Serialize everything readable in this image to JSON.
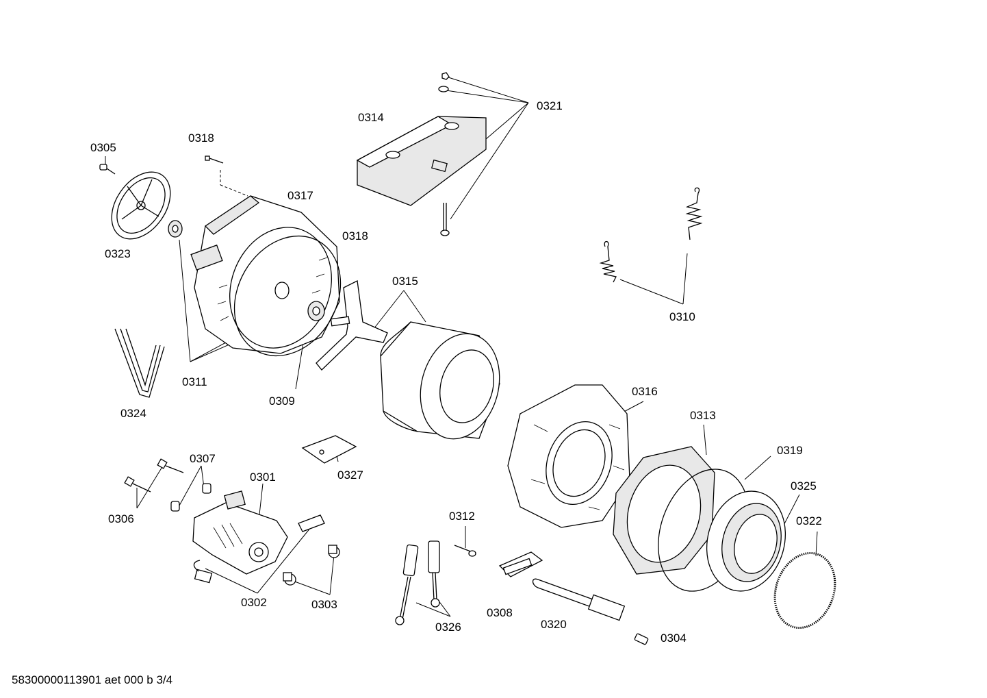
{
  "labels": {
    "p0301": "0301",
    "p0302": "0302",
    "p0303": "0303",
    "p0304": "0304",
    "p0305": "0305",
    "p0306": "0306",
    "p0307": "0307",
    "p0308": "0308",
    "p0309": "0309",
    "p0310": "0310",
    "p0311": "0311",
    "p0312": "0312",
    "p0313": "0313",
    "p0314": "0314",
    "p0315": "0315",
    "p0316": "0316",
    "p0317": "0317",
    "p0318a": "0318",
    "p0318b": "0318",
    "p0319": "0319",
    "p0320": "0320",
    "p0321": "0321",
    "p0322": "0322",
    "p0323": "0323",
    "p0324": "0324",
    "p0325": "0325",
    "p0326": "0326",
    "p0327": "0327"
  },
  "footer": "58300000113901 aet 000 b 3/4"
}
